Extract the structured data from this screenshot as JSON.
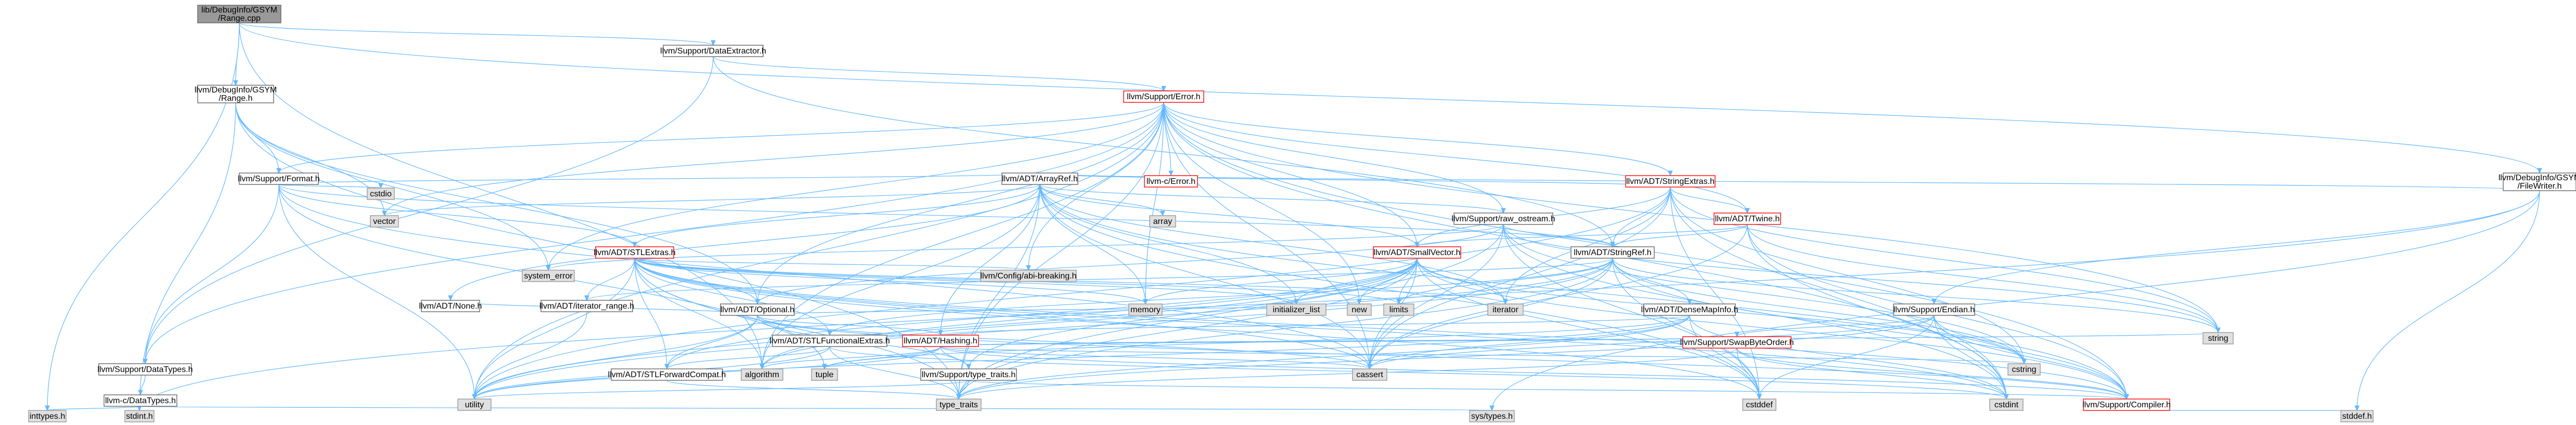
{
  "colors": {
    "root_fill": "#999999",
    "normal_fill": "#ffffff",
    "normal_stroke": "#666666",
    "std_fill": "#e0e0e0",
    "std_stroke": "#999999",
    "truncated_stroke": "#ff0000",
    "edge": "#63b8ff"
  },
  "nodes": [
    {
      "id": "root",
      "lines": [
        "lib/DebugInfo/GSYM",
        "/Range.cpp"
      ],
      "kind": "root"
    },
    {
      "id": "dataextractor",
      "lines": [
        "llvm/Support/DataExtractor.h"
      ],
      "kind": "normal"
    },
    {
      "id": "gsym_range",
      "lines": [
        "llvm/DebugInfo/GSYM",
        "/Range.h"
      ],
      "kind": "normal"
    },
    {
      "id": "gsym_filewriter",
      "lines": [
        "llvm/DebugInfo/GSYM",
        "/FileWriter.h"
      ],
      "kind": "normal"
    },
    {
      "id": "support_error",
      "lines": [
        "llvm/Support/Error.h"
      ],
      "kind": "truncated"
    },
    {
      "id": "support_format",
      "lines": [
        "llvm/Support/Format.h"
      ],
      "kind": "normal"
    },
    {
      "id": "c_error",
      "lines": [
        "llvm-c/Error.h"
      ],
      "kind": "truncated"
    },
    {
      "id": "stringextras",
      "lines": [
        "llvm/ADT/StringExtras.h"
      ],
      "kind": "truncated"
    },
    {
      "id": "cstdio",
      "lines": [
        "cstdio"
      ],
      "kind": "std"
    },
    {
      "id": "arrayref",
      "lines": [
        "llvm/ADT/ArrayRef.h"
      ],
      "kind": "normal"
    },
    {
      "id": "vector",
      "lines": [
        "vector"
      ],
      "kind": "std"
    },
    {
      "id": "array",
      "lines": [
        "array"
      ],
      "kind": "std"
    },
    {
      "id": "stlextras",
      "lines": [
        "llvm/ADT/STLExtras.h"
      ],
      "kind": "truncated"
    },
    {
      "id": "raw_ostream",
      "lines": [
        "llvm/Support/raw_ostream.h"
      ],
      "kind": "normal"
    },
    {
      "id": "twine",
      "lines": [
        "llvm/ADT/Twine.h"
      ],
      "kind": "truncated"
    },
    {
      "id": "system_error",
      "lines": [
        "system_error"
      ],
      "kind": "std"
    },
    {
      "id": "config_abi",
      "lines": [
        "llvm/Config/abi-breaking.h"
      ],
      "kind": "std"
    },
    {
      "id": "smallvector",
      "lines": [
        "llvm/ADT/SmallVector.h"
      ],
      "kind": "truncated"
    },
    {
      "id": "stringref",
      "lines": [
        "llvm/ADT/StringRef.h"
      ],
      "kind": "normal"
    },
    {
      "id": "optional",
      "lines": [
        "llvm/ADT/Optional.h"
      ],
      "kind": "normal"
    },
    {
      "id": "none",
      "lines": [
        "llvm/ADT/None.h"
      ],
      "kind": "normal"
    },
    {
      "id": "iterator_range",
      "lines": [
        "llvm/ADT/iterator_range.h"
      ],
      "kind": "normal"
    },
    {
      "id": "stlfunctional",
      "lines": [
        "llvm/ADT/STLFunctionalExtras.h"
      ],
      "kind": "normal"
    },
    {
      "id": "hashing",
      "lines": [
        "llvm/ADT/Hashing.h"
      ],
      "kind": "truncated"
    },
    {
      "id": "memory",
      "lines": [
        "memory"
      ],
      "kind": "std"
    },
    {
      "id": "initializer_list",
      "lines": [
        "initializer_list"
      ],
      "kind": "std"
    },
    {
      "id": "new",
      "lines": [
        "new"
      ],
      "kind": "std"
    },
    {
      "id": "limits",
      "lines": [
        "limits"
      ],
      "kind": "std"
    },
    {
      "id": "iterator",
      "lines": [
        "iterator"
      ],
      "kind": "std"
    },
    {
      "id": "densemapinfo",
      "lines": [
        "llvm/ADT/DenseMapInfo.h"
      ],
      "kind": "normal"
    },
    {
      "id": "endian",
      "lines": [
        "llvm/Support/Endian.h"
      ],
      "kind": "normal"
    },
    {
      "id": "support_datatypes",
      "lines": [
        "llvm/Support/DataTypes.h"
      ],
      "kind": "normal"
    },
    {
      "id": "algorithm",
      "lines": [
        "algorithm"
      ],
      "kind": "std"
    },
    {
      "id": "stlforward",
      "lines": [
        "llvm/ADT/STLForwardCompat.h"
      ],
      "kind": "normal"
    },
    {
      "id": "tuple",
      "lines": [
        "tuple"
      ],
      "kind": "std"
    },
    {
      "id": "type_traits_h",
      "lines": [
        "llvm/Support/type_traits.h"
      ],
      "kind": "normal"
    },
    {
      "id": "cassert",
      "lines": [
        "cassert"
      ],
      "kind": "std"
    },
    {
      "id": "string",
      "lines": [
        "string"
      ],
      "kind": "std"
    },
    {
      "id": "swapbyteorder",
      "lines": [
        "llvm/Support/SwapByteOrder.h"
      ],
      "kind": "truncated"
    },
    {
      "id": "cstring",
      "lines": [
        "cstring"
      ],
      "kind": "std"
    },
    {
      "id": "c_datatypes",
      "lines": [
        "llvm-c/DataTypes.h"
      ],
      "kind": "normal"
    },
    {
      "id": "utility",
      "lines": [
        "utility"
      ],
      "kind": "std"
    },
    {
      "id": "type_traits",
      "lines": [
        "type_traits"
      ],
      "kind": "std"
    },
    {
      "id": "cstddef",
      "lines": [
        "cstddef"
      ],
      "kind": "std"
    },
    {
      "id": "cstdint",
      "lines": [
        "cstdint"
      ],
      "kind": "std"
    },
    {
      "id": "compiler",
      "lines": [
        "llvm/Support/Compiler.h"
      ],
      "kind": "truncated"
    },
    {
      "id": "inttypes",
      "lines": [
        "inttypes.h"
      ],
      "kind": "std"
    },
    {
      "id": "stdint",
      "lines": [
        "stdint.h"
      ],
      "kind": "std"
    },
    {
      "id": "sys_types",
      "lines": [
        "sys/types.h"
      ],
      "kind": "std"
    },
    {
      "id": "stddef",
      "lines": [
        "stddef.h"
      ],
      "kind": "std"
    }
  ],
  "edges": [
    [
      "root",
      "dataextractor"
    ],
    [
      "root",
      "gsym_range"
    ],
    [
      "root",
      "gsym_filewriter"
    ],
    [
      "root",
      "inttypes"
    ],
    [
      "root",
      "algorithm"
    ],
    [
      "dataextractor",
      "support_error"
    ],
    [
      "dataextractor",
      "support_datatypes"
    ],
    [
      "dataextractor",
      "stringref"
    ],
    [
      "gsym_range",
      "support_format"
    ],
    [
      "gsym_range",
      "optional"
    ],
    [
      "gsym_range",
      "vector"
    ],
    [
      "gsym_range",
      "stdint"
    ],
    [
      "gsym_range",
      "system_error"
    ],
    [
      "gsym_range",
      "type_traits"
    ],
    [
      "gsym_filewriter",
      "arrayref"
    ],
    [
      "gsym_filewriter",
      "endian"
    ],
    [
      "gsym_filewriter",
      "stdint"
    ],
    [
      "gsym_filewriter",
      "stddef"
    ],
    [
      "gsym_filewriter",
      "sys_types"
    ],
    [
      "support_error",
      "c_error"
    ],
    [
      "support_error",
      "stringextras"
    ],
    [
      "support_error",
      "twine"
    ],
    [
      "support_error",
      "config_abi"
    ],
    [
      "support_error",
      "compiler"
    ],
    [
      "support_error",
      "support_format"
    ],
    [
      "support_error",
      "raw_ostream"
    ],
    [
      "support_error",
      "smallvector"
    ],
    [
      "support_error",
      "memory"
    ],
    [
      "support_error",
      "system_error"
    ],
    [
      "support_error",
      "cassert"
    ],
    [
      "support_error",
      "type_traits"
    ],
    [
      "support_error",
      "string"
    ],
    [
      "support_error",
      "utility"
    ],
    [
      "support_error",
      "vector"
    ],
    [
      "support_error",
      "cstdint"
    ],
    [
      "support_error",
      "algorithm"
    ],
    [
      "support_error",
      "new"
    ],
    [
      "support_error",
      "support_datatypes"
    ],
    [
      "support_error",
      "optional"
    ],
    [
      "support_format",
      "arrayref"
    ],
    [
      "support_format",
      "stlextras"
    ],
    [
      "support_format",
      "stringref"
    ],
    [
      "support_format",
      "cassert"
    ],
    [
      "support_format",
      "cstdio"
    ],
    [
      "support_format",
      "tuple"
    ],
    [
      "support_format",
      "utility"
    ],
    [
      "support_format",
      "support_datatypes"
    ],
    [
      "stringextras",
      "arrayref"
    ],
    [
      "stringextras",
      "smallvector"
    ],
    [
      "stringextras",
      "stringref"
    ],
    [
      "stringextras",
      "twine"
    ],
    [
      "stringextras",
      "iterator"
    ],
    [
      "stringextras",
      "cassert"
    ],
    [
      "stringextras",
      "cstddef"
    ],
    [
      "stringextras",
      "cstdint"
    ],
    [
      "stringextras",
      "cstring"
    ],
    [
      "stringextras",
      "string"
    ],
    [
      "stringextras",
      "utility"
    ],
    [
      "arrayref",
      "hashing"
    ],
    [
      "arrayref",
      "none"
    ],
    [
      "arrayref",
      "smallvector"
    ],
    [
      "arrayref",
      "stlextras"
    ],
    [
      "arrayref",
      "compiler"
    ],
    [
      "arrayref",
      "algorithm"
    ],
    [
      "arrayref",
      "array"
    ],
    [
      "arrayref",
      "cassert"
    ],
    [
      "arrayref",
      "cstddef"
    ],
    [
      "arrayref",
      "initializer_list"
    ],
    [
      "arrayref",
      "iterator"
    ],
    [
      "arrayref",
      "memory"
    ],
    [
      "arrayref",
      "type_traits"
    ],
    [
      "arrayref",
      "vector"
    ],
    [
      "stlextras",
      "optional"
    ],
    [
      "stlextras",
      "stlforward"
    ],
    [
      "stlextras",
      "stlfunctional"
    ],
    [
      "stlextras",
      "iterator_range"
    ],
    [
      "stlextras",
      "config_abi"
    ],
    [
      "stlextras",
      "compiler"
    ],
    [
      "stlextras",
      "algorithm"
    ],
    [
      "stlextras",
      "cassert"
    ],
    [
      "stlextras",
      "cstddef"
    ],
    [
      "stlextras",
      "cstdint"
    ],
    [
      "stlextras",
      "cstdlib"
    ],
    [
      "stlextras",
      "functional"
    ],
    [
      "stlextras",
      "initializer_list"
    ],
    [
      "stlextras",
      "iterator"
    ],
    [
      "stlextras",
      "limits"
    ],
    [
      "stlextras",
      "memory"
    ],
    [
      "stlextras",
      "tuple"
    ],
    [
      "stlextras",
      "type_traits"
    ],
    [
      "stlextras",
      "utility"
    ],
    [
      "raw_ostream",
      "arrayref"
    ],
    [
      "raw_ostream",
      "stringref"
    ],
    [
      "raw_ostream",
      "optional"
    ],
    [
      "raw_ostream",
      "datatypes"
    ],
    [
      "raw_ostream",
      "cassert"
    ],
    [
      "raw_ostream",
      "cstddef"
    ],
    [
      "raw_ostream",
      "cstdint"
    ],
    [
      "raw_ostream",
      "cstring"
    ],
    [
      "raw_ostream",
      "string"
    ],
    [
      "raw_ostream",
      "system_error"
    ],
    [
      "raw_ostream",
      "type_traits"
    ],
    [
      "twine",
      "smallvector"
    ],
    [
      "twine",
      "stringref"
    ],
    [
      "twine",
      "compiler"
    ],
    [
      "twine",
      "cassert"
    ],
    [
      "twine",
      "cstdint"
    ],
    [
      "twine",
      "string"
    ],
    [
      "smallvector",
      "compiler"
    ],
    [
      "smallvector",
      "type_traits_h"
    ],
    [
      "smallvector",
      "algorithm"
    ],
    [
      "smallvector",
      "cassert"
    ],
    [
      "smallvector",
      "cstddef"
    ],
    [
      "smallvector",
      "cstdlib"
    ],
    [
      "smallvector",
      "cstring"
    ],
    [
      "smallvector",
      "functional"
    ],
    [
      "smallvector",
      "initializer_list"
    ],
    [
      "smallvector",
      "iterator"
    ],
    [
      "smallvector",
      "limits"
    ],
    [
      "smallvector",
      "memory"
    ],
    [
      "smallvector",
      "new"
    ],
    [
      "smallvector",
      "type_traits"
    ],
    [
      "smallvector",
      "utility"
    ],
    [
      "smallvector",
      "stlforward"
    ],
    [
      "stringref",
      "stlfunctional"
    ],
    [
      "stringref",
      "iterator_range"
    ],
    [
      "stringref",
      "compiler"
    ],
    [
      "stringref",
      "algorithm"
    ],
    [
      "stringref",
      "cassert"
    ],
    [
      "stringref",
      "cstddef"
    ],
    [
      "stringref",
      "cstring"
    ],
    [
      "stringref",
      "limits"
    ],
    [
      "stringref",
      "string"
    ],
    [
      "stringref",
      "type_traits"
    ],
    [
      "stringref",
      "utility"
    ],
    [
      "stringref",
      "densemapinfo"
    ],
    [
      "optional",
      "none"
    ],
    [
      "optional",
      "stlforward"
    ],
    [
      "optional",
      "hashing"
    ],
    [
      "optional",
      "compiler"
    ],
    [
      "optional",
      "type_traits_h"
    ],
    [
      "optional",
      "cassert"
    ],
    [
      "optional",
      "new"
    ],
    [
      "optional",
      "utility"
    ],
    [
      "iterator_range",
      "utility"
    ],
    [
      "stlfunctional",
      "stlforward"
    ],
    [
      "stlfunctional",
      "cstdint"
    ],
    [
      "stlfunctional",
      "type_traits"
    ],
    [
      "stlfunctional",
      "utility"
    ],
    [
      "hashing",
      "swapbyteorder"
    ],
    [
      "hashing",
      "type_traits_h"
    ],
    [
      "hashing",
      "algorithm"
    ],
    [
      "hashing",
      "cassert"
    ],
    [
      "hashing",
      "cstring"
    ],
    [
      "hashing",
      "string"
    ],
    [
      "hashing",
      "tuple"
    ],
    [
      "hashing",
      "utility"
    ],
    [
      "hashing",
      "compiler"
    ],
    [
      "densemapinfo",
      "hashing"
    ],
    [
      "densemapinfo",
      "cassert"
    ],
    [
      "densemapinfo",
      "cstddef"
    ],
    [
      "densemapinfo",
      "cstdint"
    ],
    [
      "densemapinfo",
      "tuple"
    ],
    [
      "densemapinfo",
      "type_traits"
    ],
    [
      "densemapinfo",
      "utility"
    ],
    [
      "endian",
      "compiler"
    ],
    [
      "endian",
      "swapbyteorder"
    ],
    [
      "endian",
      "cassert"
    ],
    [
      "endian",
      "cstddef"
    ],
    [
      "endian",
      "cstdint"
    ],
    [
      "endian",
      "cstring"
    ],
    [
      "endian",
      "type_traits"
    ],
    [
      "support_datatypes",
      "c_datatypes"
    ],
    [
      "stlforward",
      "type_traits"
    ],
    [
      "type_traits_h",
      "compiler"
    ],
    [
      "type_traits_h",
      "type_traits"
    ],
    [
      "type_traits_h",
      "utility"
    ],
    [
      "swapbyteorder",
      "compiler"
    ],
    [
      "swapbyteorder",
      "cstddef"
    ],
    [
      "swapbyteorder",
      "cstdint"
    ],
    [
      "swapbyteorder",
      "type_traits"
    ],
    [
      "c_datatypes",
      "inttypes"
    ],
    [
      "c_datatypes",
      "stdint"
    ],
    [
      "c_datatypes",
      "sys_types"
    ],
    [
      "compiler",
      "stddef"
    ]
  ]
}
